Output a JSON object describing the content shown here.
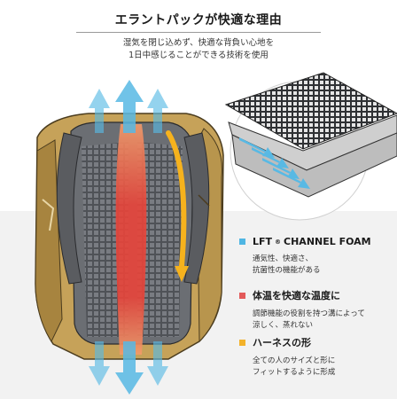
{
  "header": {
    "title": "エラントパックが快適な理由",
    "subtitle_lines": [
      "湿気を閉じ込めず、快適な背負い心地を",
      "1日中感じることができる技術を使用"
    ]
  },
  "features": [
    {
      "title_main": "LFT",
      "title_mark": "®",
      "title_rest": "CHANNEL FOAM",
      "desc_lines": [
        "通気性、快適さ、",
        "抗菌性の機能がある"
      ],
      "color": "#4fb6e3"
    },
    {
      "title": "体温を快適な温度に",
      "desc_lines": [
        "調節機能の役割を持つ溝によって",
        "涼しく、蒸れない"
      ],
      "color": "#e35a5a"
    },
    {
      "title": "ハーネスの形",
      "desc_lines": [
        "全ての人のサイズと形に",
        "フィットするように形成"
      ],
      "color": "#f3b22b"
    }
  ],
  "colors": {
    "backpack_tan": "#c6a259",
    "backpack_shadow": "#a7843f",
    "panel_gray": "#6b6e73",
    "foam_gray": "#d9d9d9",
    "airflow_blue": "#58b9e4",
    "heat_red": "#e8443a",
    "harness_yellow": "#f6b21d"
  }
}
